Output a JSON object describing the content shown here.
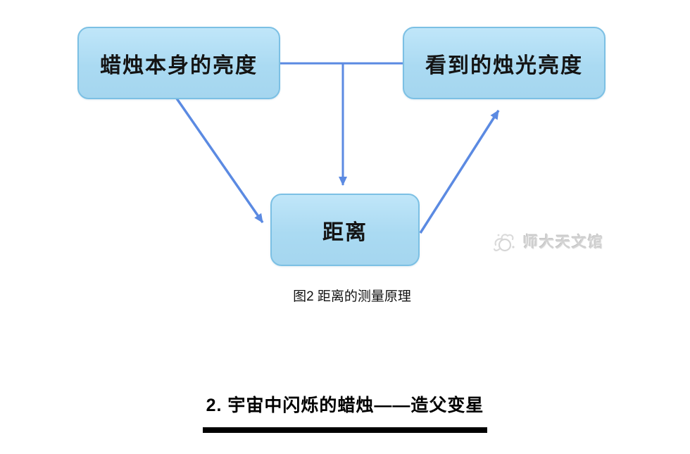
{
  "diagram": {
    "nodes": {
      "intrinsic": {
        "label": "蜡烛本身的亮度"
      },
      "observed": {
        "label": "看到的烛光亮度"
      },
      "distance": {
        "label": "距离"
      }
    },
    "caption": "图2 距离的测量原理",
    "watermark": {
      "text": "师大天文馆"
    },
    "colors": {
      "node_fill_top": "#c0e6f9",
      "node_fill_bottom": "#a5d6ef",
      "node_border": "#7cc0e4",
      "arrow": "#5b8ae2",
      "node_text": "#141414",
      "watermark_text": "#d2d2d2",
      "heading_text": "#000000",
      "underline": "#000000"
    }
  },
  "section_heading": {
    "text": "2. 宇宙中闪烁的蜡烛——造父变星"
  }
}
